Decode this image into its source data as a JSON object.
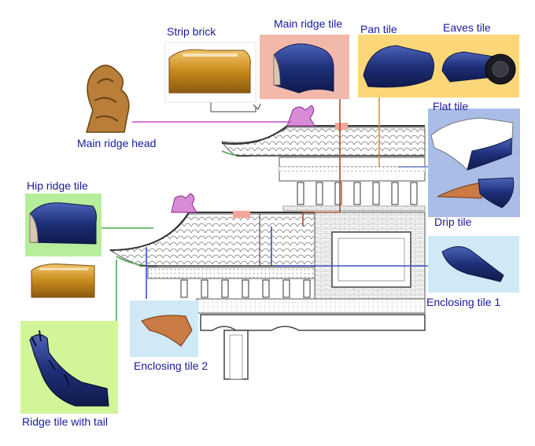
{
  "labels": {
    "main_ridge_head": "Main ridge head",
    "strip_brick": "Strip brick",
    "main_ridge_tile": "Main ridge tile",
    "pan_tile": "Pan tile",
    "eaves_tile": "Eaves tile",
    "flat_tile": "Flat tile",
    "drip_tile": "Drip tile",
    "hip_ridge_tile": "Hip ridge tile",
    "enclosing_tile_1": "Enclosing tile 1",
    "enclosing_tile_2": "Enclosing tile 2",
    "ridge_tile_with_tail": "Ridge tile with tail"
  },
  "colors": {
    "label_text": "#1a1a9a",
    "glaze_blue": "#1e2f78",
    "glaze_amber": "#c98a1c",
    "terracotta": "#c97a45",
    "panel_pink": "#f2b9ab",
    "panel_yellow": "#fbd77a",
    "panel_blue": "#a9bde6",
    "panel_green": "#b7ee9c",
    "panel_cyan": "#cfe9f7",
    "panel_lime": "#d3f59a",
    "line_purple": "#c24ac2",
    "line_brown": "#a0522d",
    "line_orange": "#d89a2a",
    "line_blue": "#3a52c8",
    "line_green": "#4fa84f"
  }
}
